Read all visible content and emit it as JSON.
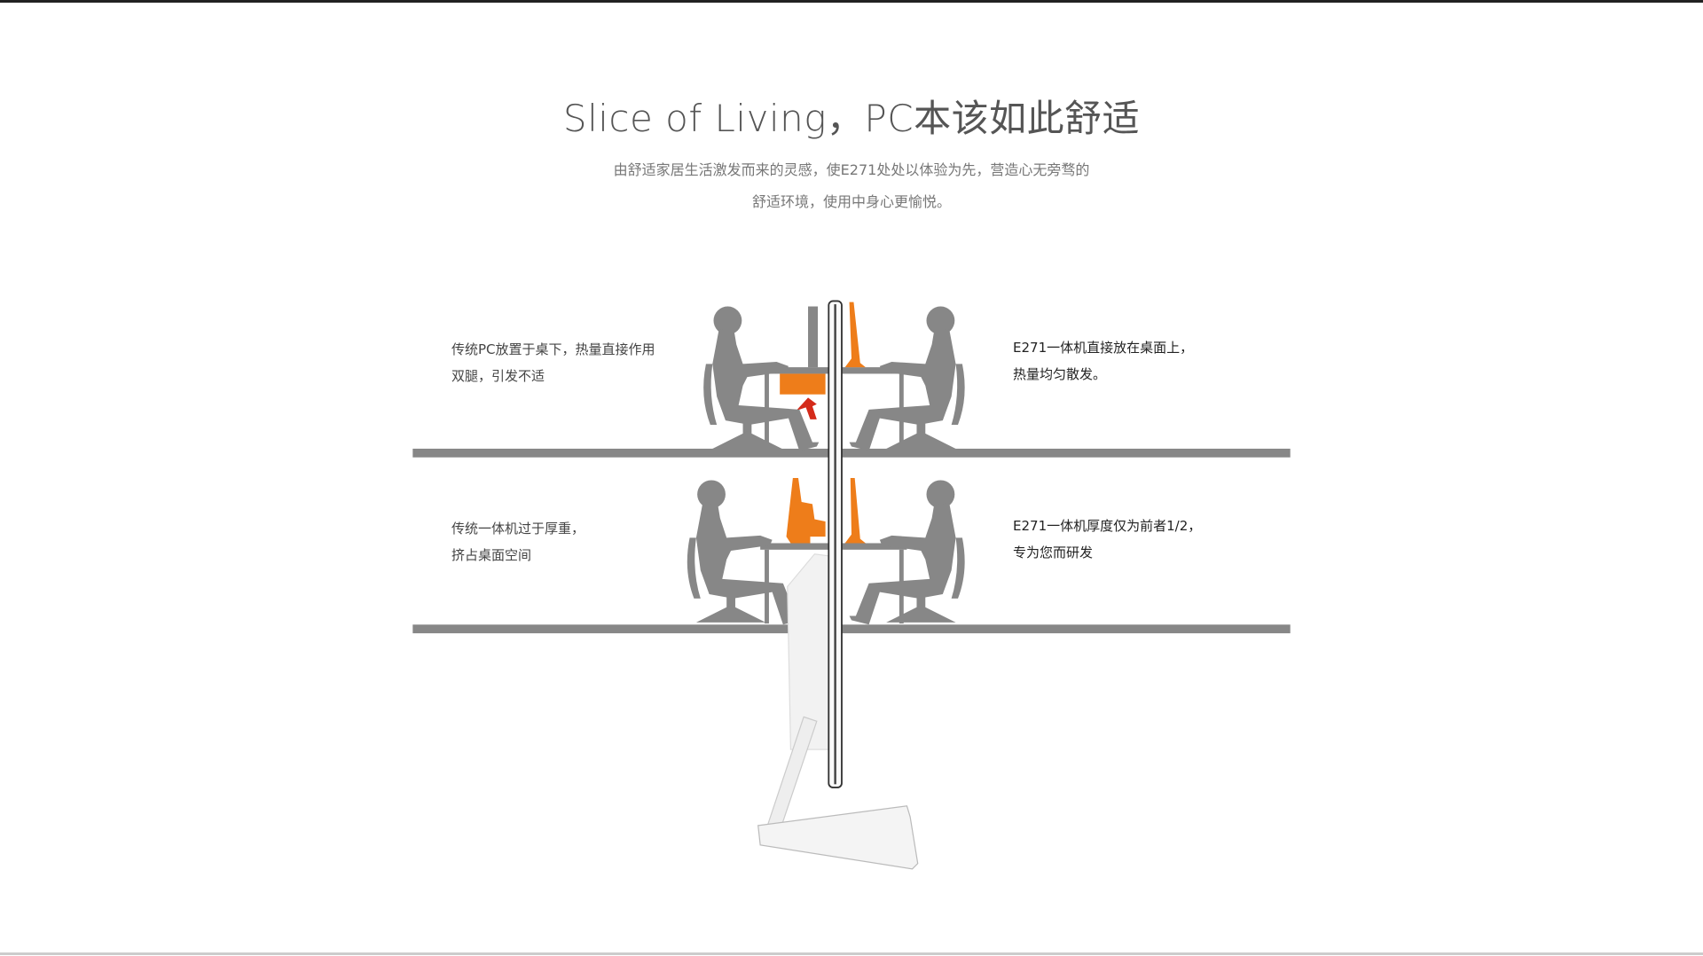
{
  "header": {
    "title": "Slice of Living，PC本该如此舒适",
    "subtitle_line1": "由舒适家居生活激发而来的灵感，使E271处处以体验为先，营造心无旁骛的",
    "subtitle_line2": "舒适环境，使用中身心更愉悦。"
  },
  "rows": [
    {
      "left_lines": [
        "传统PC放置于桌下，热量直接作用",
        "双腿，引发不适"
      ],
      "right_lines": [
        "E271一体机直接放在桌面上，",
        "热量均匀散发。"
      ]
    },
    {
      "left_lines": [
        "传统一体机过于厚重，",
        "挤占桌面空间"
      ],
      "right_lines": [
        "E271一体机厚度仅为前者1/2，",
        "专为您而研发"
      ]
    }
  ],
  "colors": {
    "accent": "#ee7d1a",
    "silhouette": "#878787",
    "text": "#555555",
    "heat_arrow": "#d42a1a"
  }
}
